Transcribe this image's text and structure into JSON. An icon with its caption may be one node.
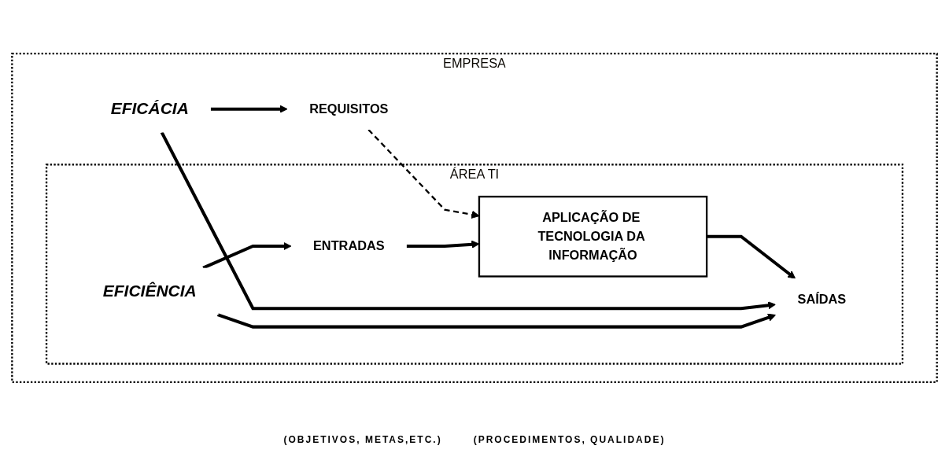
{
  "diagram": {
    "nodes": [
      {
        "text": [
          "EMPRESA"
        ]
      },
      {
        "text": [
          "REQUISITOS"
        ],
        "in": 0
      },
      {
        "text": [
          "ÁREA TI"
        ],
        "in": 0
      },
      {
        "text": [
          "ENTRADAS"
        ],
        "in": 2
      },
      {
        "text": [
          "APLICAÇÃO DE TECNOLOGIA DA INFORMAÇÃO"
        ],
        "in": 2
      },
      {
        "text": [
          "SAÍDAS"
        ],
        "in": 2
      },
      {
        "text": [
          "EFICÁCIA"
        ],
        "in": 0
      },
      {
        "text": [
          "EFICIÊNCIA"
        ],
        "in": 2
      }
    ],
    "edges": [
      {
        "from": 1,
        "to": 4,
        "arrow": "to",
        "style": "dashed"
      },
      {
        "from": 3,
        "to": 4,
        "arrow": "to"
      },
      {
        "from": 4,
        "to": 5,
        "arrow": "to"
      },
      {
        "from": 6,
        "to": 1,
        "arrow": "to"
      },
      {
        "from": 6,
        "to": 5,
        "arrow": "to"
      },
      {
        "from": 7,
        "to": 3,
        "arrow": "to"
      },
      {
        "from": 7,
        "to": 5,
        "arrow": "to"
      }
    ],
    "labels": [
      "(OBJETIVOS, METAS,ETC.)",
      "(PROCEDIMENTOS, QUALIDADE)"
    ]
  }
}
